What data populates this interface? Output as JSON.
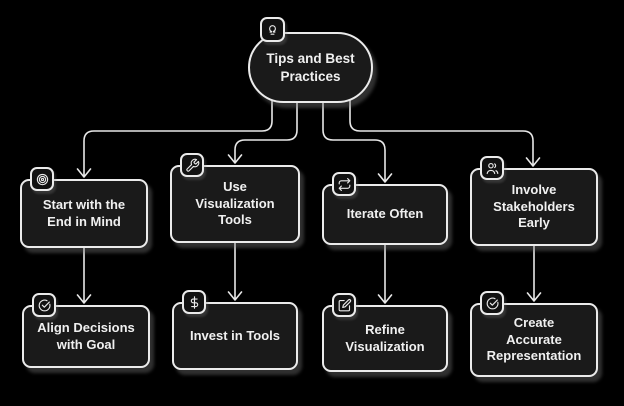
{
  "title": "Tips and Best Practices",
  "colors": {
    "background": "#000000",
    "node_fill": "#1a1a1a",
    "node_border": "#ebebeb",
    "text": "#f0f0f0",
    "line": "#e8e8e8",
    "shadow": "#7d7d7d"
  },
  "diagram": {
    "root": {
      "id": "tips-and-best-practices",
      "label": "Tips and Best Practices",
      "label_lines": [
        "Tips and Best",
        "Practices"
      ],
      "icon": "lightbulb-icon"
    },
    "nodes": [
      {
        "id": "start-with-the-end-in-mind",
        "label": "Start with the End in Mind",
        "label_lines": [
          "Start with the",
          "End in Mind"
        ],
        "icon": "target-icon"
      },
      {
        "id": "use-visualization-tools",
        "label": "Use Visualization Tools",
        "label_lines": [
          "Use",
          "Visualization",
          "Tools"
        ],
        "icon": "wrench-icon"
      },
      {
        "id": "iterate-often",
        "label": "Iterate Often",
        "label_lines": [
          "Iterate Often"
        ],
        "icon": "repeat-icon"
      },
      {
        "id": "involve-stakeholders-early",
        "label": "Involve Stakeholders Early",
        "label_lines": [
          "Involve",
          "Stakeholders",
          "Early"
        ],
        "icon": "users-icon"
      },
      {
        "id": "align-decisions-with-goal",
        "label": "Align Decisions with Goal",
        "label_lines": [
          "Align Decisions",
          "with Goal"
        ],
        "icon": "circle-check-icon"
      },
      {
        "id": "invest-in-tools",
        "label": "Invest in Tools",
        "label_lines": [
          "Invest in Tools"
        ],
        "icon": "dollar-icon"
      },
      {
        "id": "refine-visualization",
        "label": "Refine Visualization",
        "label_lines": [
          "Refine",
          "Visualization"
        ],
        "icon": "edit-icon"
      },
      {
        "id": "create-accurate-representation",
        "label": "Create Accurate Representation",
        "label_lines": [
          "Create",
          "Accurate",
          "Representation"
        ],
        "icon": "circle-check-icon"
      }
    ],
    "edges": [
      {
        "from": "tips-and-best-practices",
        "to": "start-with-the-end-in-mind"
      },
      {
        "from": "tips-and-best-practices",
        "to": "use-visualization-tools"
      },
      {
        "from": "tips-and-best-practices",
        "to": "iterate-often"
      },
      {
        "from": "tips-and-best-practices",
        "to": "involve-stakeholders-early"
      },
      {
        "from": "start-with-the-end-in-mind",
        "to": "align-decisions-with-goal"
      },
      {
        "from": "use-visualization-tools",
        "to": "invest-in-tools"
      },
      {
        "from": "iterate-often",
        "to": "refine-visualization"
      },
      {
        "from": "involve-stakeholders-early",
        "to": "create-accurate-representation"
      }
    ]
  }
}
